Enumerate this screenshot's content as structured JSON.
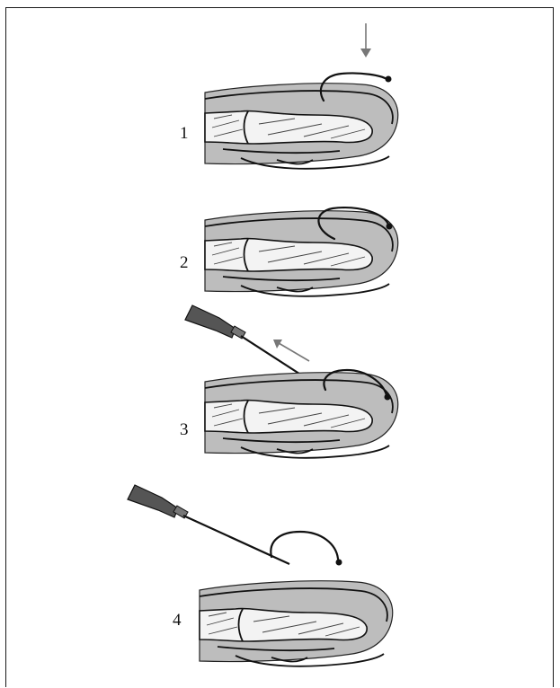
{
  "figure": {
    "steps": [
      {
        "label": "1"
      },
      {
        "label": "2"
      },
      {
        "label": "3"
      },
      {
        "label": "4"
      }
    ]
  }
}
